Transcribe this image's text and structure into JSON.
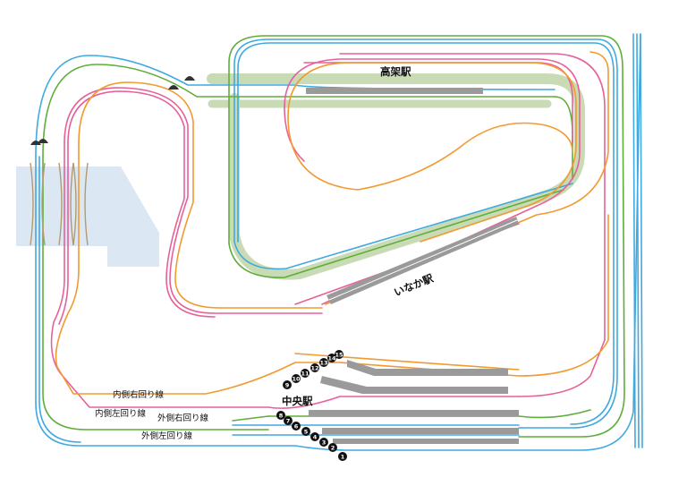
{
  "stations": {
    "elevated": "高架駅",
    "rural": "いなか駅",
    "central": "中央駅"
  },
  "lines": {
    "inner_right": "内側右回り線",
    "inner_left": "内側左回り線",
    "outer_right": "外側右回り線",
    "outer_left": "外側左回り線"
  },
  "platform_numbers": [
    "1",
    "2",
    "3",
    "4",
    "5",
    "6",
    "7",
    "8",
    "9",
    "10",
    "11",
    "12",
    "13",
    "14",
    "15"
  ],
  "colors": {
    "outer_left": "#3fa9e0",
    "outer_right": "#5fae3c",
    "inner_right": "#f29a2e",
    "inner_left": "#e6609a",
    "platform": "#9a9a9a",
    "viaduct": "#c9dbb4",
    "building": "#dbe8f4"
  }
}
